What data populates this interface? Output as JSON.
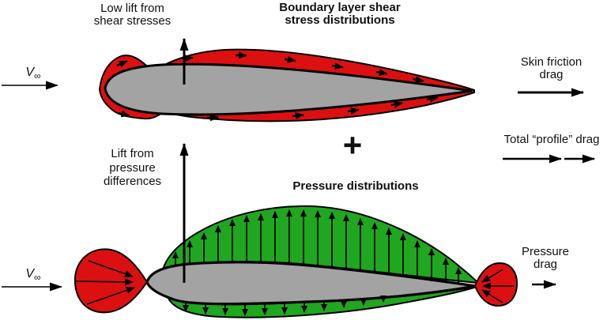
{
  "colors": {
    "red": "#dc1010",
    "green": "#1fa71f",
    "gray": "#a3a3a3"
  },
  "top_section": {
    "title": "Boundary layer shear\nstress distributions",
    "lift_label": "Low lift from\nshear stresses",
    "freestream_symbol": "V",
    "freestream_subscript": "∞",
    "drag_label": "Skin friction\ndrag"
  },
  "middle_section": {
    "plus_sign": "+",
    "total_drag_label": "Total “profile” drag"
  },
  "bottom_section": {
    "title": "Pressure distributions",
    "lift_label": "Lift from\npressure\ndifferences",
    "freestream_symbol": "V",
    "freestream_subscript": "∞",
    "drag_label": "Pressure\ndrag"
  }
}
